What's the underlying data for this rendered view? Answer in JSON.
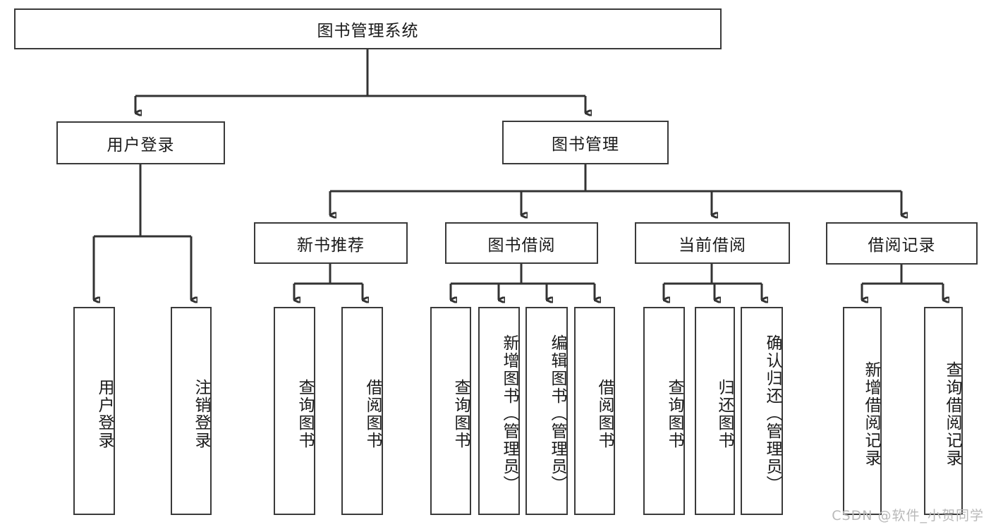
{
  "diagram": {
    "title": "图书管理系统",
    "type": "hierarchy-tree",
    "root": {
      "id": "root",
      "label": "图书管理系统"
    },
    "level1": [
      {
        "id": "user-login",
        "label": "用户登录"
      },
      {
        "id": "book-manage",
        "label": "图书管理"
      }
    ],
    "level2": [
      {
        "id": "new-book-recommend",
        "label": "新书推荐",
        "parent": "book-manage"
      },
      {
        "id": "book-borrow",
        "label": "图书借阅",
        "parent": "book-manage"
      },
      {
        "id": "current-borrow",
        "label": "当前借阅",
        "parent": "book-manage"
      },
      {
        "id": "borrow-record",
        "label": "借阅记录",
        "parent": "book-manage"
      }
    ],
    "leaves": [
      {
        "id": "leaf-user-login",
        "label": "用户登录",
        "parent": "user-login"
      },
      {
        "id": "leaf-user-logout",
        "label": "注销登录",
        "parent": "user-login"
      },
      {
        "id": "leaf-query-book-1",
        "label": "查询图书",
        "parent": "new-book-recommend"
      },
      {
        "id": "leaf-borrow-book-1",
        "label": "借阅图书",
        "parent": "new-book-recommend"
      },
      {
        "id": "leaf-query-book-2",
        "label": "查询图书",
        "parent": "book-borrow"
      },
      {
        "id": "leaf-add-book",
        "label": "新增图书（管理员）",
        "parent": "book-borrow"
      },
      {
        "id": "leaf-edit-book",
        "label": "编辑图书（管理员）",
        "parent": "book-borrow"
      },
      {
        "id": "leaf-borrow-book-2",
        "label": "借阅图书",
        "parent": "book-borrow"
      },
      {
        "id": "leaf-query-book-3",
        "label": "查询图书",
        "parent": "current-borrow"
      },
      {
        "id": "leaf-return-book",
        "label": "归还图书",
        "parent": "current-borrow"
      },
      {
        "id": "leaf-confirm-return",
        "label": "确认归还（管理员）",
        "parent": "current-borrow"
      },
      {
        "id": "leaf-add-record",
        "label": "新增借阅记录",
        "parent": "borrow-record"
      },
      {
        "id": "leaf-query-record",
        "label": "查询借阅记录",
        "parent": "borrow-record"
      }
    ]
  },
  "watermark": {
    "text": "CSDN @软件_小贺同学"
  },
  "colors": {
    "box_border": "#3a3a3a",
    "connector": "#333333",
    "background": "#ffffff",
    "text": "#1a1a1a",
    "watermark": "#b9b9b9"
  }
}
